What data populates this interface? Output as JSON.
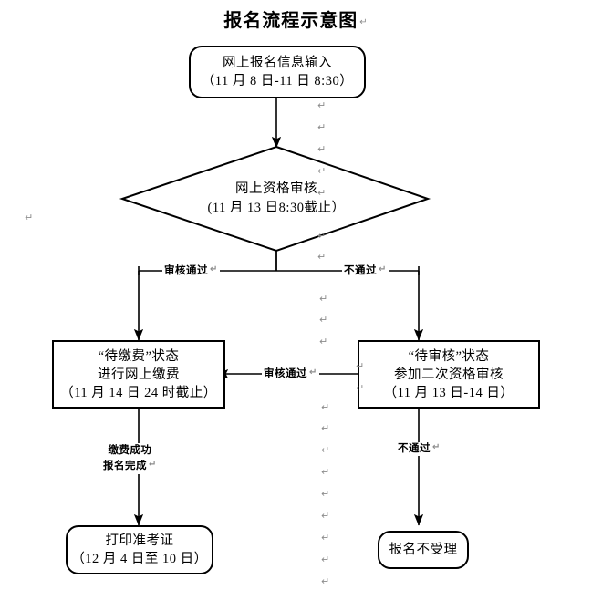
{
  "title": "报名流程示意图",
  "pilcrow_glyph": "↵",
  "nodes": {
    "online_registration": {
      "lines": [
        "网上报名信息输入",
        "（11 月 8 日-11 日 8:30）"
      ]
    },
    "online_qualification_review": {
      "lines": [
        "网上资格审核",
        "(11 月 13 日8:30截止）"
      ]
    },
    "pending_payment": {
      "lines": [
        "“待缴费”状态",
        "进行网上缴费",
        "（11 月 14 日 24 时截止）"
      ]
    },
    "pending_review": {
      "lines": [
        "“待审核”状态",
        "参加二次资格审核",
        "（11 月 13 日-14 日）"
      ]
    },
    "print_admission_ticket": {
      "lines": [
        "打印准考证",
        "（12 月 4 日至 10 日）"
      ]
    },
    "registration_rejected": {
      "lines": [
        "报名不受理"
      ]
    }
  },
  "edges": {
    "review_passed_left": "审核通过",
    "review_failed_right": "不通过",
    "review_passed_mid": "审核通过",
    "payment_success": [
      "缴费成功",
      "报名完成"
    ],
    "review_failed_bottom": "不通过"
  },
  "colors": {
    "stroke": "#000000",
    "background": "#ffffff",
    "pilcrow": "#8c8c8c"
  }
}
